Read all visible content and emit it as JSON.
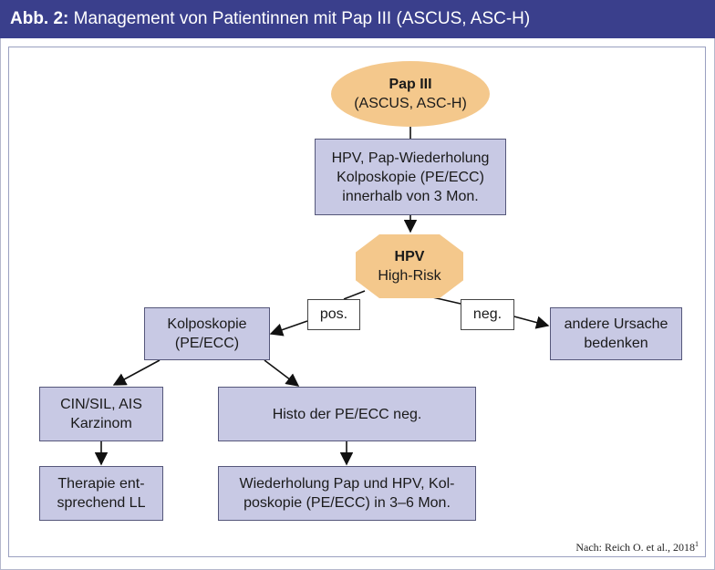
{
  "header": {
    "label": "Abb. 2:",
    "title": "Management von Patientinnen mit Pap III (ASCUS, ASC-H)"
  },
  "nodes": {
    "pap": {
      "title": "Pap III",
      "subtitle": "(ASCUS, ASC-H)"
    },
    "hpv_test": {
      "lines": [
        "HPV, Pap-Wiederholung",
        "Kolposkopie (PE/ECC)",
        "innerhalb von 3 Mon."
      ]
    },
    "hpv": {
      "title": "HPV",
      "subtitle": "High-Risk"
    },
    "kolposkopie": {
      "lines": [
        "Kolposkopie",
        "(PE/ECC)"
      ]
    },
    "andere": {
      "lines": [
        "andere Ursache",
        "bedenken"
      ]
    },
    "cin": {
      "lines": [
        "CIN/SIL, AIS",
        "Karzinom"
      ]
    },
    "histo": {
      "lines": [
        "Histo der PE/ECC neg."
      ]
    },
    "therapie": {
      "lines": [
        "Therapie ent-",
        "sprechend LL"
      ]
    },
    "wiederholung": {
      "lines": [
        "Wiederholung Pap und HPV, Kol-",
        "poskopie (PE/ECC) in 3–6 Mon."
      ]
    }
  },
  "edge_labels": {
    "pos": "pos.",
    "neg": "neg."
  },
  "source": {
    "text": "Nach: Reich O. et al., 2018",
    "sup": "1"
  },
  "colors": {
    "header": "#3a3f8c",
    "box": "#c8c9e4",
    "highlight": "#f4c88c"
  }
}
